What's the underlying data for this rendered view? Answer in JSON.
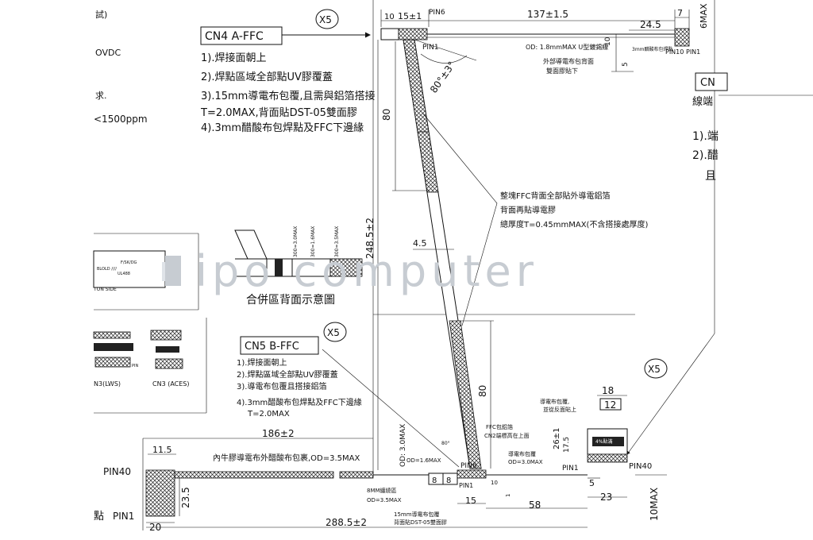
{
  "scale_x5_a": "X5",
  "scale_x5_b": "X5",
  "scale_x5_c": "X5",
  "left_header": {
    "frag1": "試)",
    "frag2": "OVDC",
    "frag3": "求.",
    "frag4": "<1500ppm"
  },
  "cn4": {
    "title": "CN4  A-FFC",
    "notes": [
      "1).焊接面朝上",
      "2).焊點區域全部點UV膠覆蓋",
      "3).15mm導電布包覆,且需與鋁箔搭接",
      "T=2.0MAX,背面貼DST-05雙面膠",
      "4).3mm醋酸布包焊點及FFC下邊緣"
    ]
  },
  "cn_right": {
    "title": "CN",
    "sub": "線端",
    "n1": "1).端",
    "n2": "2).醋",
    "n3": "且"
  },
  "top_dims": {
    "d10": "10",
    "d15": "15±1",
    "pin6": "PIN6",
    "d137": "137±1.5",
    "d7": "7",
    "d6max": "6MAX",
    "d245": "24.5",
    "pin1_top": "PIN1",
    "od18": "OD: 1.8mmMAX U型鍍錫線",
    "d10v": "10",
    "d5v": "5",
    "right_note1": "外部導電布包背面",
    "right_note2": "雙面膠貼下",
    "pin10": "PIN10",
    "pin1_r": "PIN1",
    "small_note": "3mm醋酸布包焊點"
  },
  "angle": "80°±3°",
  "d80_top": "80",
  "d80_bot": "80",
  "d2485": "248.5±2",
  "d45": "4.5",
  "note_center": [
    "整塊FFC背面全部貼外導電鋁箔",
    "背面再貼導電膠",
    "總厚度T=0.45mmMAX(不含搭接處厚度)"
  ],
  "combined_caption": "合併區背面示意圖",
  "combined_dims": {
    "a": "300=3.0MAX",
    "b": "300=1.6MAX",
    "c": "300=3.5MAX"
  },
  "watermark": "ipo computer",
  "left_table": {
    "r1": "F/SK/DG",
    "r2": "BLOLD  ////",
    "r3": "UL488",
    "r4": "TON SIDE",
    "cn3_lws": "N3(LWS)",
    "cn3_aces": "CN3  (ACES)",
    "pin_label": "PIN"
  },
  "cn5": {
    "title": "CN5  B-FFC",
    "notes": [
      "1).焊接面朝上",
      "2).焊點區域全部點UV膠覆蓋",
      "3).導電布包覆且搭接鋁箔",
      "4).3mm醋酸布包焊點及FFC下邊緣",
      "T=2.0MAX"
    ]
  },
  "bottom": {
    "d186": "186±2",
    "d115": "11.5",
    "note_od35": "內牛膠導電布外醋酸布包裹,OD=3.5MAX",
    "pin40_left": "PIN40",
    "pin1_left": "PIN1",
    "kanji_left": "點",
    "d235": "23.5",
    "d20": "20",
    "d2885": "288.5±2",
    "od30": "OD: 3.0MAX",
    "od16": "OD=1.6MAX",
    "mm8": "8MM纏繞區",
    "od35b": "OD=3.5MAX",
    "d8a": "8",
    "d8b": "8",
    "pin6b": "PIN6",
    "pin1b": "PIN1",
    "d15b": "15",
    "d10b": "10",
    "d58": "58",
    "note15": "15mm導電布包覆",
    "note15b": "背面貼DST-05雙面膠",
    "ffc_note1": "FFC包鋁箔",
    "ffc_note2": "CN2端標高在上面",
    "od30b_1": "導電布包覆",
    "od30b_2": "OD=3.0MAX",
    "d1": "1",
    "angle2": "80°"
  },
  "conn_right": {
    "d18": "18",
    "d12": "12",
    "d26": "26±1",
    "d175": "17.5",
    "note1": "導電布包覆,",
    "note2": "並從反面貼上",
    "pin40": "PIN40",
    "pin1": "PIN1",
    "d5": "5",
    "d23": "23",
    "d10max": "10MAX",
    "small": "4%貼滿"
  }
}
